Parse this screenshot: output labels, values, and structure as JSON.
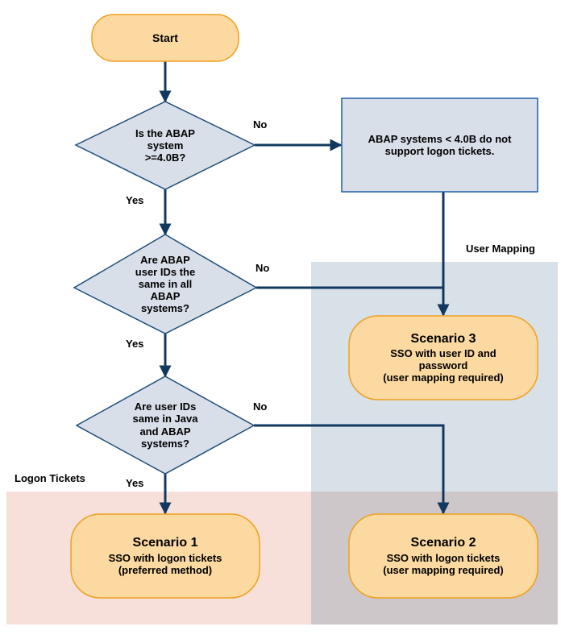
{
  "diagram": {
    "title": "SAP SSO scenario decision flowchart",
    "colors": {
      "terminator_fill": "#FCD9A0",
      "terminator_stroke": "#F0A020",
      "decision_fill": "#D8DFE9",
      "decision_stroke": "#1F4E79",
      "process_fill": "#D8DFE9",
      "process_stroke": "#1F5FA8",
      "connector": "#12385F",
      "region_user_mapping": "#D8E0E8",
      "region_logon_tickets": "#F7E0D9",
      "region_overlap": "#CEC7C9",
      "text": "#000000"
    },
    "regions": [
      {
        "id": "user-mapping",
        "label": "User Mapping"
      },
      {
        "id": "logon-tickets",
        "label": "Logon Tickets"
      }
    ],
    "nodes": {
      "start": {
        "type": "terminator",
        "label": "Start"
      },
      "decision_version": {
        "type": "decision",
        "lines": [
          "Is the ABAP",
          "system",
          ">=4.0B?"
        ]
      },
      "note_unsupported": {
        "type": "process",
        "lines": [
          "ABAP systems < 4.0B do  not",
          "support logon tickets."
        ]
      },
      "decision_abap_ids": {
        "type": "decision",
        "lines": [
          "Are ABAP",
          "user IDs the",
          "same in all",
          "ABAP",
          "systems?"
        ]
      },
      "decision_java_abap_ids": {
        "type": "decision",
        "lines": [
          "Are user IDs",
          "same in Java",
          "and ABAP",
          "systems?"
        ]
      },
      "scenario1": {
        "type": "terminator",
        "title": "Scenario 1",
        "lines": [
          "SSO with logon tickets",
          "(preferred method)"
        ]
      },
      "scenario2": {
        "type": "terminator",
        "title": "Scenario 2",
        "lines": [
          "SSO with logon tickets",
          "(user mapping required)"
        ]
      },
      "scenario3": {
        "type": "terminator",
        "title": "Scenario 3",
        "lines": [
          "SSO with user ID and",
          "password",
          "(user mapping required)"
        ]
      }
    },
    "edge_labels": {
      "version_no": "No",
      "version_yes": "Yes",
      "abap_ids_no": "No",
      "abap_ids_yes": "Yes",
      "java_abap_no": "No",
      "java_abap_yes": "Yes"
    }
  }
}
